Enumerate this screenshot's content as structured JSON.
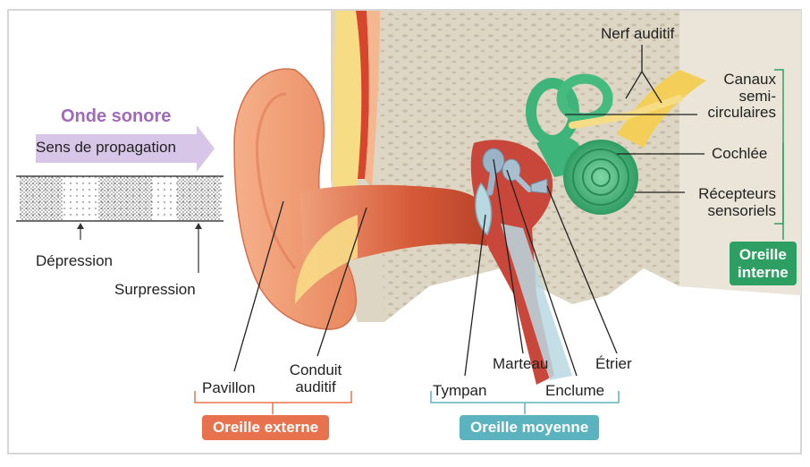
{
  "wave": {
    "title": "Onde sonore",
    "direction": "Sens de propagation",
    "depression": "Dépression",
    "surpression": "Surpression"
  },
  "labels": {
    "nerf": "Nerf auditif",
    "canaux": [
      "Canaux",
      "semi-",
      "circulaires"
    ],
    "cochlee": "Cochlée",
    "recepteurs": [
      "Récepteurs",
      "sensoriels"
    ],
    "pavillon": "Pavillon",
    "conduit": [
      "Conduit",
      "auditif"
    ],
    "marteau": "Marteau",
    "etrier": "Étrier",
    "tympan": "Tympan",
    "enclume": "Enclume"
  },
  "groups": {
    "externe": "Oreille externe",
    "moyenne": "Oreille moyenne",
    "interne": [
      "Oreille",
      "interne"
    ]
  },
  "colors": {
    "frame": "#c9c9c9",
    "skin": "#f2a57f",
    "canal": "#d95f3c",
    "bone": "#ded6c4",
    "cochlea": "#3fb47a",
    "nerve": "#f3cf5a",
    "external": "#e8724e",
    "middle": "#5ab3be",
    "internal": "#2e9f63",
    "wave_arrow": "#d8c6e8"
  }
}
